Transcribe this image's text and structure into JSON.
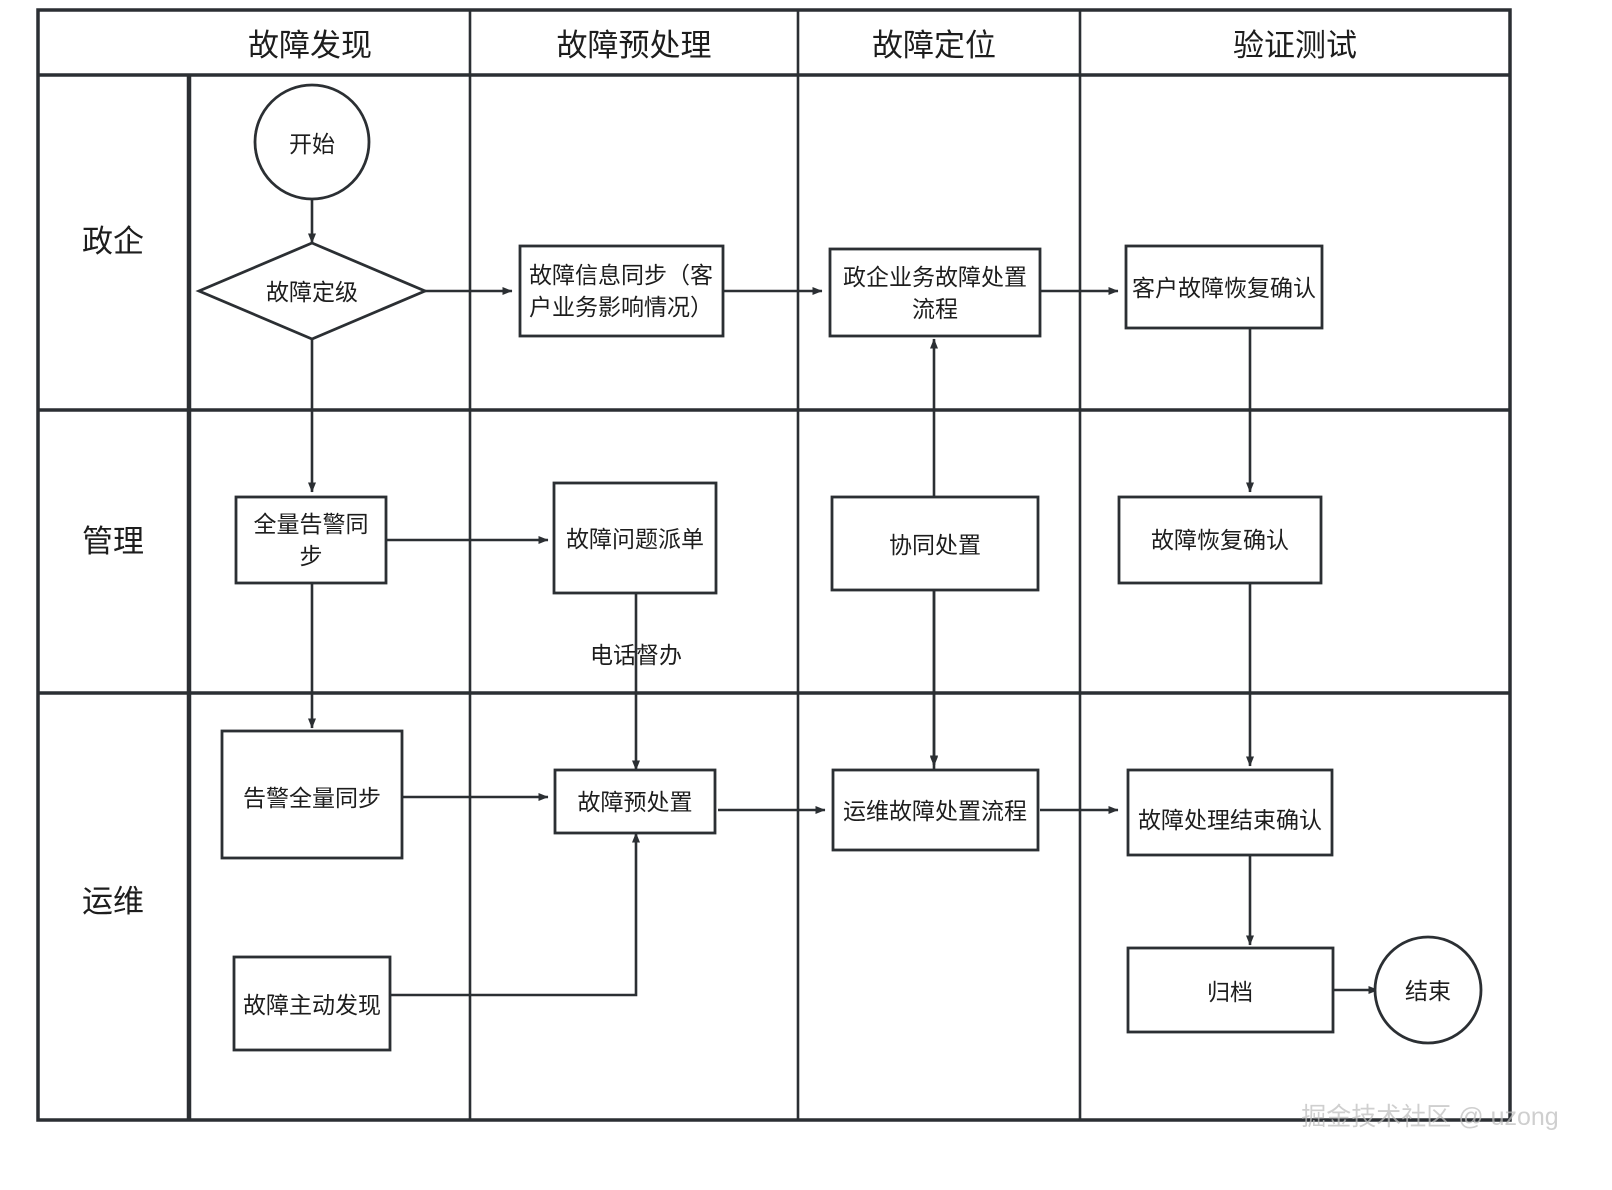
{
  "diagram": {
    "title_row": {
      "label_cell": "",
      "columns": [
        {
          "id": "col-discover",
          "label": "故障发现"
        },
        {
          "id": "col-pre",
          "label": "故障预处理"
        },
        {
          "id": "col-locate",
          "label": "故障定位"
        },
        {
          "id": "col-verify",
          "label": "验证测试"
        }
      ]
    },
    "lanes": [
      {
        "id": "lane-gov",
        "label": "政企"
      },
      {
        "id": "lane-mgmt",
        "label": "管理"
      },
      {
        "id": "lane-ops",
        "label": "运维"
      }
    ],
    "nodes": {
      "start": {
        "label": "开始",
        "shape": "circle",
        "lane": "政企",
        "column": "故障发现"
      },
      "grading": {
        "label": "故障定级",
        "shape": "diamond",
        "lane": "政企",
        "column": "故障发现"
      },
      "info_sync": {
        "label": "故障信息同步（客户业务影响情况）",
        "line1": "故障信息同步（客",
        "line2": "户业务影响情况）",
        "shape": "rect",
        "lane": "政企",
        "column": "故障预处理"
      },
      "gov_flow": {
        "label": "政企业务故障处置流程",
        "line1": "政企业务故障处置",
        "line2": "流程",
        "shape": "rect",
        "lane": "政企",
        "column": "故障定位"
      },
      "cust_recover": {
        "label": "客户故障恢复确认",
        "shape": "rect",
        "lane": "政企",
        "column": "验证测试"
      },
      "alarm_sync_full": {
        "label": "全量告警同步",
        "line1": "全量告警同",
        "line2": "步",
        "shape": "rect",
        "lane": "管理",
        "column": "故障发现"
      },
      "dispatch": {
        "label": "故障问题派单",
        "shape": "rect",
        "lane": "管理",
        "column": "故障预处理"
      },
      "cooperate": {
        "label": "协同处置",
        "shape": "rect",
        "lane": "管理",
        "column": "故障定位"
      },
      "fault_recover": {
        "label": "故障恢复确认",
        "shape": "rect",
        "lane": "管理",
        "column": "验证测试"
      },
      "alarm_full_sync": {
        "label": "告警全量同步",
        "shape": "rect",
        "lane": "运维",
        "column": "故障发现"
      },
      "active_discover": {
        "label": "故障主动发现",
        "shape": "rect",
        "lane": "运维",
        "column": "故障发现"
      },
      "pre_handle": {
        "label": "故障预处置",
        "shape": "rect",
        "lane": "运维",
        "column": "故障预处理"
      },
      "ops_flow": {
        "label": "运维故障处置流程",
        "shape": "rect",
        "lane": "运维",
        "column": "故障定位"
      },
      "end_confirm": {
        "label": "故障处理结束确认",
        "shape": "rect",
        "lane": "运维",
        "column": "验证测试"
      },
      "archive": {
        "label": "归档",
        "shape": "rect",
        "lane": "运维",
        "column": "验证测试"
      },
      "end": {
        "label": "结束",
        "shape": "circle",
        "lane": "运维",
        "column": "验证测试"
      }
    },
    "edge_labels": [
      {
        "id": "phone-supervise",
        "label": "电话督办",
        "from": "dispatch",
        "to": "pre_handle"
      }
    ],
    "watermark": "掘金技术社区 @ uzong",
    "colors": {
      "stroke": "#2b2f33",
      "background": "#ffffff",
      "text": "#1d1d1d",
      "watermark": "#bdbdbd"
    }
  }
}
